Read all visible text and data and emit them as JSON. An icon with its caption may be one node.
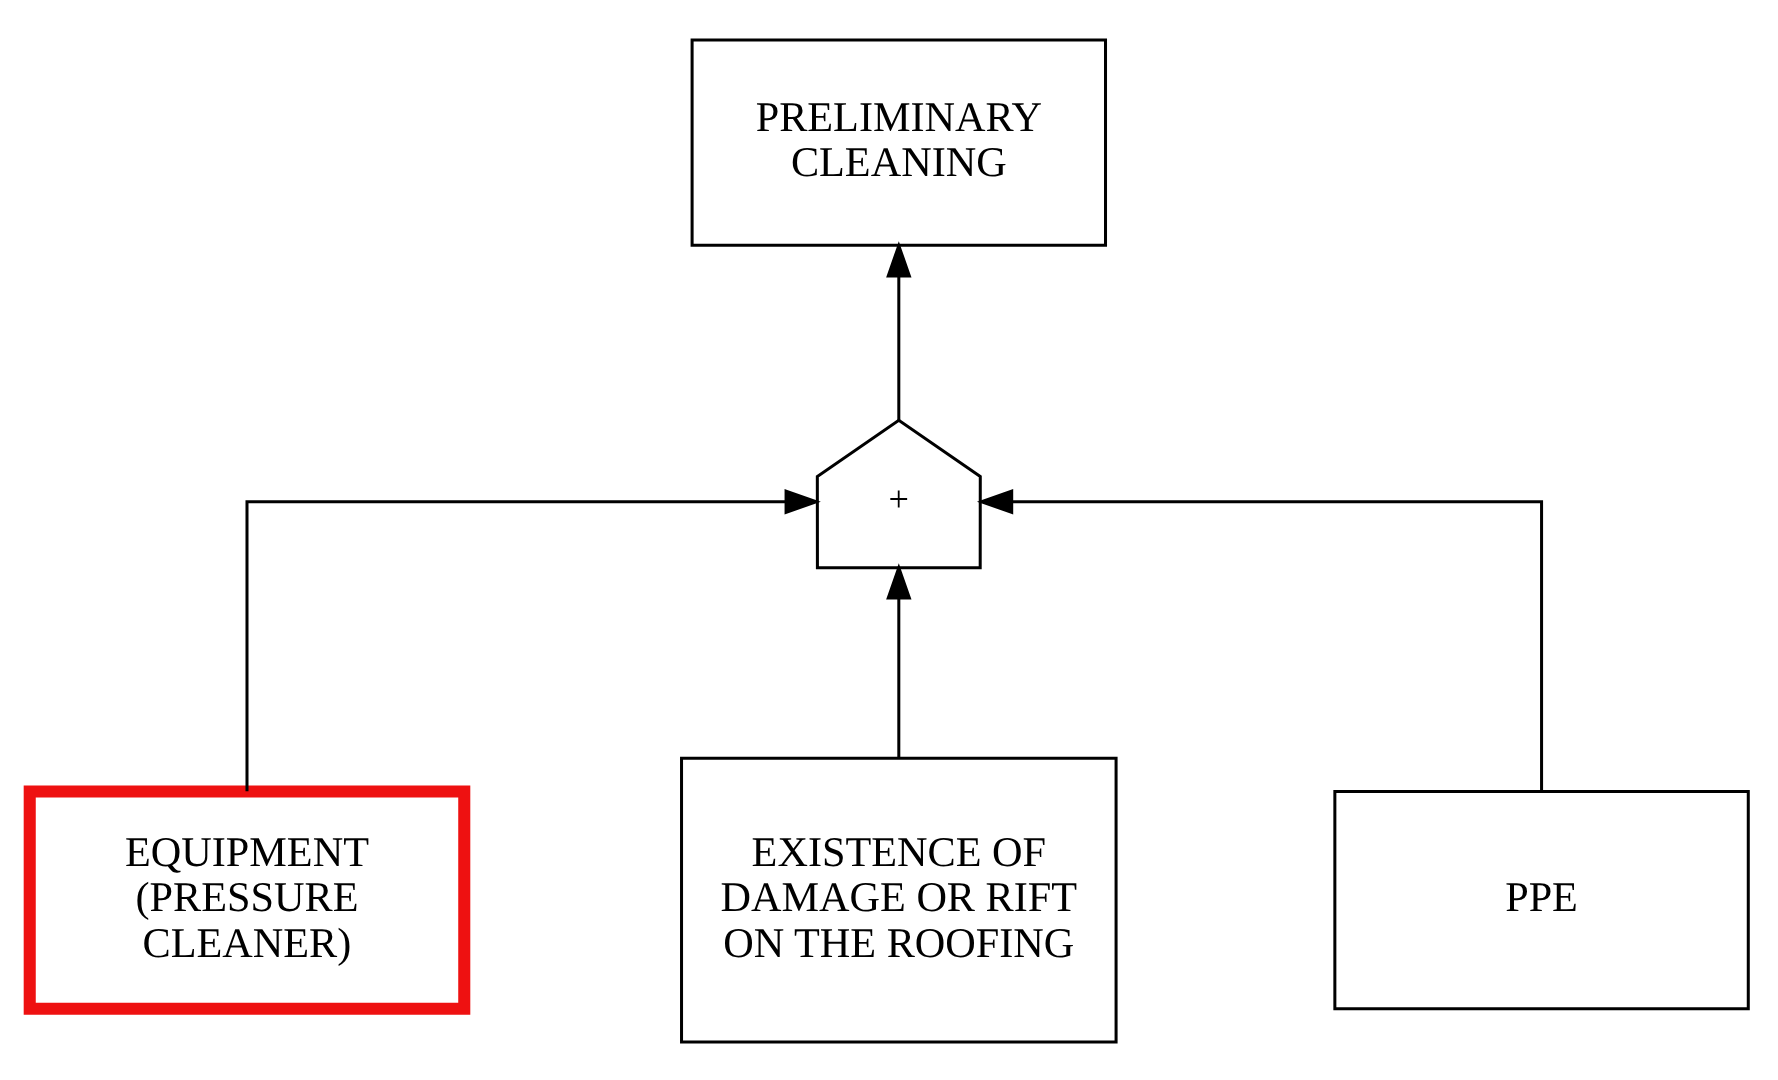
{
  "diagram": {
    "nodes": [
      {
        "text": [
          "PRELIMINARY CLEANING"
        ]
      },
      {
        "text": [
          "+"
        ]
      },
      {
        "text": [
          "EQUIPMENT (PRESSURE CLEANER)"
        ]
      },
      {
        "text": [
          "EXISTENCE OF DAMAGE OR RIFT ON THE ROOFING"
        ]
      },
      {
        "text": [
          "PPE"
        ]
      }
    ],
    "edges": [
      {
        "from": 1,
        "to": 0,
        "arrow": "to"
      },
      {
        "from": 2,
        "to": 1,
        "arrow": "to"
      },
      {
        "from": 3,
        "to": 1,
        "arrow": "to"
      },
      {
        "from": 4,
        "to": 1,
        "arrow": "to"
      }
    ]
  }
}
